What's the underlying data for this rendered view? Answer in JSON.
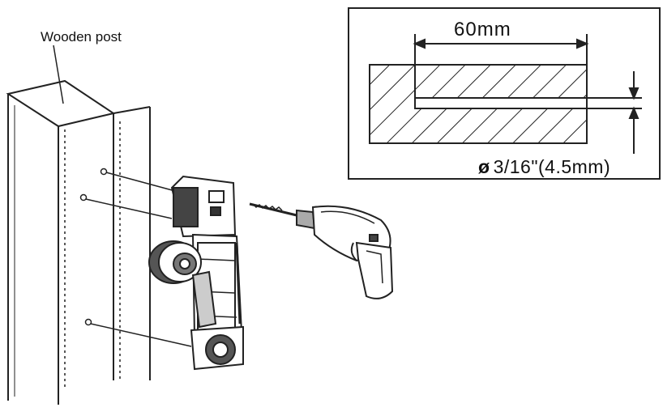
{
  "labels": {
    "post": "Wooden post",
    "hole_depth": "60mm",
    "drill_symbol": "ø",
    "drill_size": "3/16\"(4.5mm)"
  }
}
